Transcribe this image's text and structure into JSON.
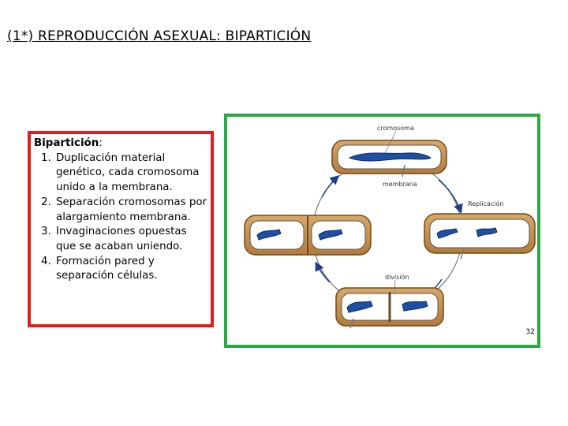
{
  "title": "(1*) REPRODUCCIÓN ASEXUAL: BIPARTICIÓN",
  "textbox": {
    "heading": "Bipartición",
    "heading_suffix": ":",
    "steps": [
      "Duplicación material genético, cada cromosoma unido a la membrana.",
      "Separación cromosomas por alargamiento membrana.",
      "Invaginaciones opuestas que se acaban uniendo.",
      "Formación pared y separación células."
    ]
  },
  "figure": {
    "labels": {
      "top": "cromosoma",
      "membrane": "membrana",
      "replication": "Replicación",
      "division": "división"
    },
    "slide_number": "32"
  },
  "colors": {
    "title_border": "#000000",
    "text_border": "#e21d1d",
    "figure_border": "#29a843"
  }
}
